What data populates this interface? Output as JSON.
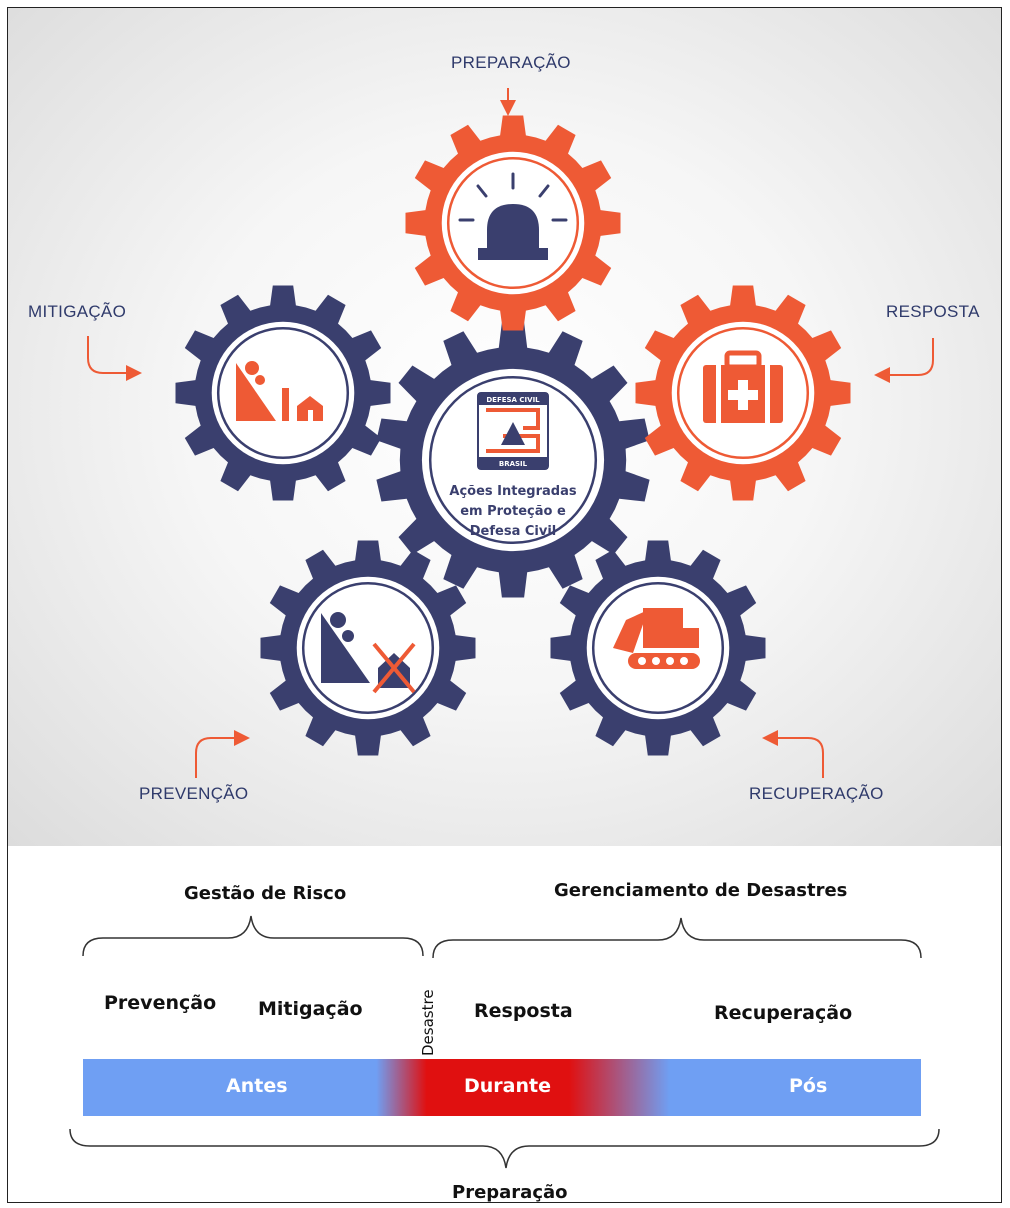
{
  "diagram": {
    "center_logo": {
      "top_text": "DEFESA CIVIL",
      "bottom_text": "BRASIL"
    },
    "center_text_lines": [
      "Ações Integradas",
      "em Proteção e",
      "Defesa Civil"
    ],
    "labels": {
      "preparacao": "PREPARAÇÃO",
      "mitigacao": "MITIGAÇÃO",
      "resposta": "RESPOSTA",
      "prevencao": "PREVENÇÃO",
      "recuperacao": "RECUPERAÇÃO"
    },
    "colors": {
      "navy": "#3a3f6e",
      "orange": "#ee5a35",
      "label": "#2f3a6b"
    },
    "icons": {
      "preparacao": "alarm-beacon-icon",
      "mitigacao": "landslide-wall-house-icon",
      "resposta": "first-aid-kit-icon",
      "prevencao": "landslide-crossed-house-icon",
      "recuperacao": "excavator-icon"
    }
  },
  "timeline": {
    "group_left": "Gestão de Risco",
    "group_right": "Gerenciamento de Desastres",
    "desastre": "Desastre",
    "phases": {
      "prevencao": "Prevenção",
      "mitigacao": "Mitigação",
      "resposta": "Resposta",
      "recuperacao": "Recuperação"
    },
    "bar": {
      "antes": "Antes",
      "durante": "Durante",
      "pos": "Pós"
    },
    "bottom_label": "Preparação",
    "colors": {
      "bar_blue": "#6f9ff3",
      "bar_red": "#e01010"
    }
  }
}
